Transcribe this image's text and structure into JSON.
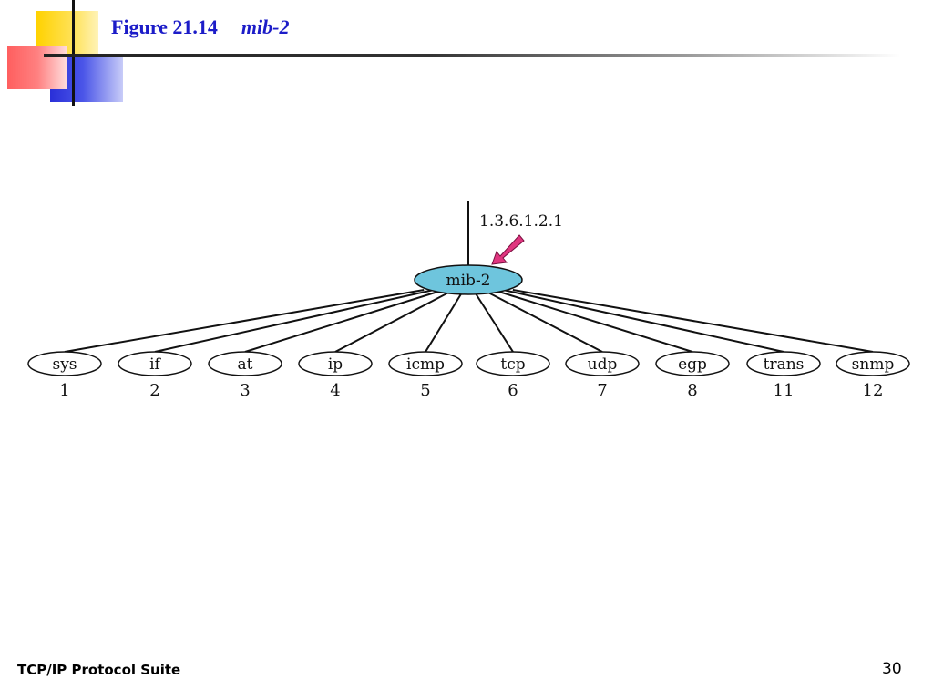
{
  "slide": {
    "figure_label": "Figure 21.14",
    "figure_name": "mib-2",
    "footer": "TCP/IP Protocol Suite",
    "page_number": "30"
  },
  "diagram": {
    "root": {
      "label": "mib-2",
      "oid": "1.3.6.1.2.1",
      "fill_color": "#6ec5dd"
    },
    "arrow_color": "#e0357f",
    "children": [
      {
        "label": "sys",
        "number": "1"
      },
      {
        "label": "if",
        "number": "2"
      },
      {
        "label": "at",
        "number": "3"
      },
      {
        "label": "ip",
        "number": "4"
      },
      {
        "label": "icmp",
        "number": "5"
      },
      {
        "label": "tcp",
        "number": "6"
      },
      {
        "label": "udp",
        "number": "7"
      },
      {
        "label": "egp",
        "number": "8"
      },
      {
        "label": "trans",
        "number": "11"
      },
      {
        "label": "snmp",
        "number": "12"
      }
    ]
  }
}
